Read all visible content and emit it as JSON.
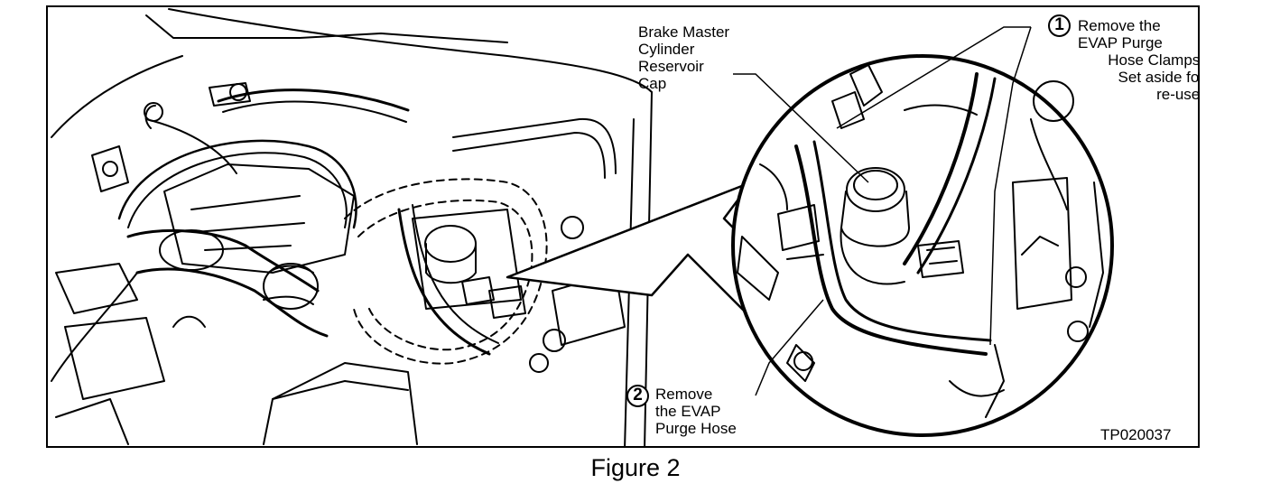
{
  "figure": {
    "caption": "Figure 2",
    "reference_code": "TP020037",
    "callouts": [
      {
        "number": "1",
        "lines": [
          "Remove the",
          "EVAP Purge",
          "Hose Clamps.",
          "Set aside for",
          "re-use."
        ]
      },
      {
        "number": "2",
        "lines": [
          "Remove",
          "the EVAP",
          "Purge Hose"
        ]
      }
    ],
    "part_label": [
      "Brake Master",
      "Cylinder",
      "Reservoir",
      "Cap"
    ]
  }
}
